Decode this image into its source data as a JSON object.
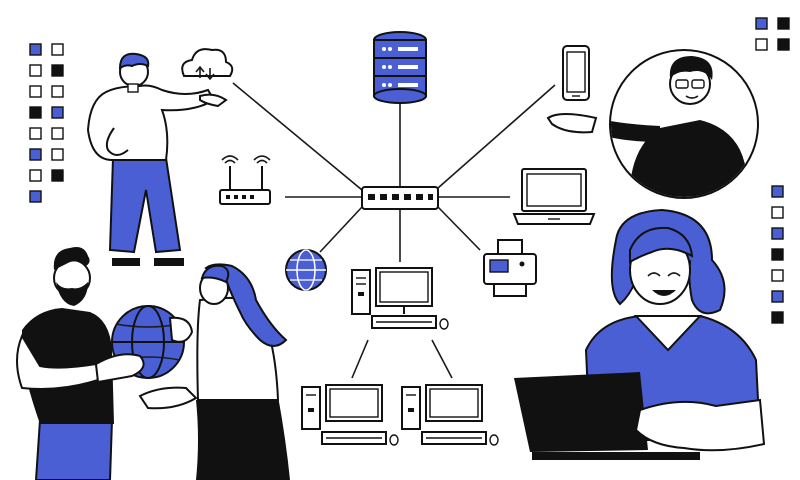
{
  "colors": {
    "accent": "#4a5fd4",
    "ink": "#111111",
    "background": "#ffffff"
  },
  "diagram": {
    "type": "network-topology",
    "hub": "network-switch",
    "nodes": [
      "database-server-icon",
      "mobile-phone-icon",
      "laptop-icon",
      "printer-icon",
      "desktop-computer-icon",
      "globe-icon",
      "wifi-router-icon",
      "cloud-sync-icon"
    ],
    "sub_nodes": [
      "desktop-computer-icon",
      "desktop-computer-icon"
    ]
  },
  "decor": {
    "square_pattern_left": [
      "blue",
      "white",
      "white",
      "black",
      "white",
      "white",
      "black",
      "blue",
      "white",
      "white",
      "blue",
      "white",
      "white",
      "black",
      "blue"
    ],
    "square_pattern_right_top": [
      "blue",
      "black",
      "white",
      "black"
    ],
    "square_pattern_right": [
      "blue",
      "white",
      "blue",
      "black",
      "white",
      "blue",
      "black"
    ]
  }
}
